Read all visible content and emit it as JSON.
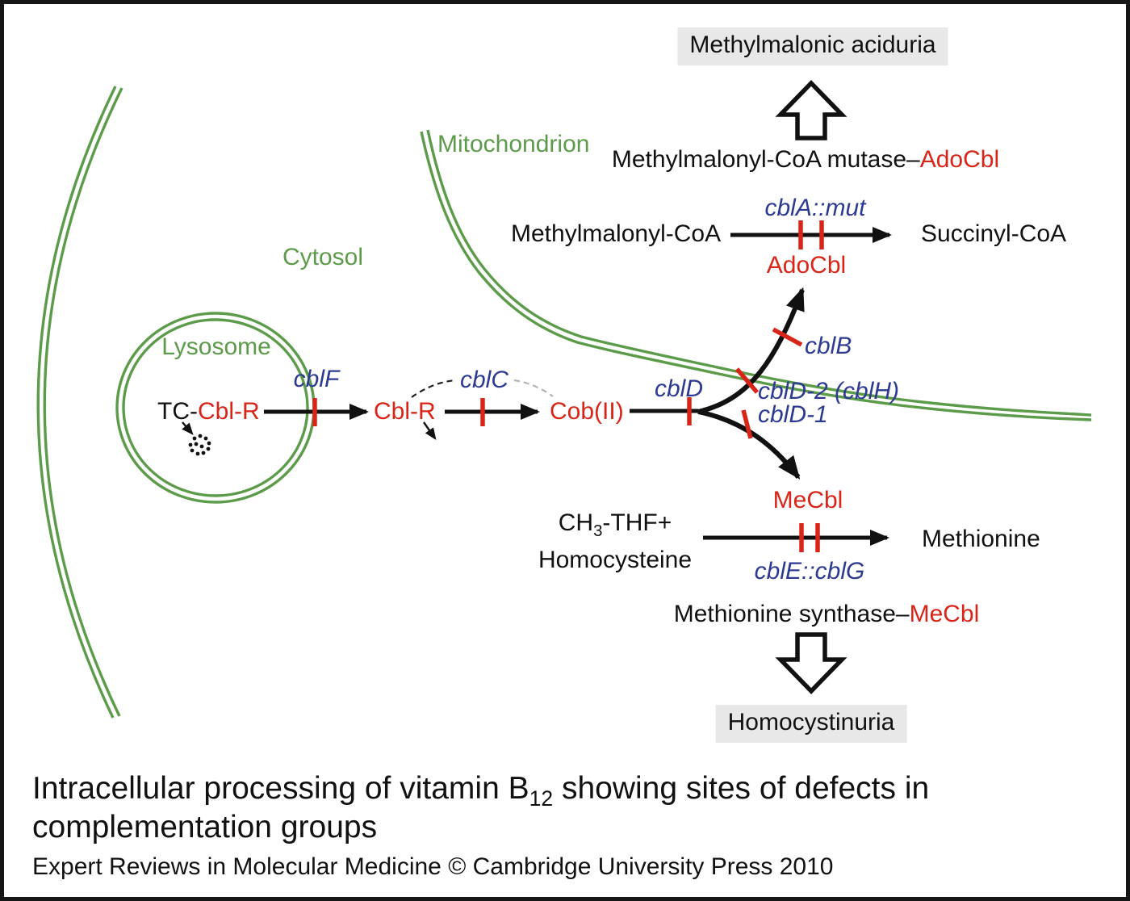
{
  "colors": {
    "green": "#5c9b49",
    "red": "#d92418",
    "blue": "#2c3a92",
    "box_bg": "#e8e8e8",
    "ink": "#111111"
  },
  "compartments": {
    "mitochondrion": "Mitochondrion",
    "cytosol": "Cytosol",
    "lysosome": "Lysosome"
  },
  "diseases": {
    "top": "Methylmalonic aciduria",
    "bottom": "Homocystinuria"
  },
  "enzymes": {
    "mutase_name": "Methylmalonyl-CoA mutase–",
    "mutase_cofactor": "AdoCbl",
    "synthase_name": "Methionine synthase–",
    "synthase_cofactor": "MeCbl"
  },
  "reactions": {
    "mma": {
      "substrate": "Methylmalonyl-CoA",
      "product": "Succinyl-CoA",
      "defect": "cblA::mut",
      "cofactor": "AdoCbl"
    },
    "met": {
      "substrate1_pre": "CH",
      "substrate1_sub": "3",
      "substrate1_post": "-THF+",
      "substrate2": "Homocysteine",
      "product": "Methionine",
      "defect": "cblE::cblG",
      "cofactor": "MeCbl"
    }
  },
  "species": {
    "tc_prefix": "TC-",
    "tc_cbl": "Cbl-R",
    "cytosolic_cbl": "Cbl-R",
    "cob2": "Cob(II)"
  },
  "genes": {
    "cblF": "cblF",
    "cblC": "cblC",
    "cblD": "cblD",
    "cblD2": "cblD-2 (cblH)",
    "cblD1": "cblD-1",
    "cblB": "cblB"
  },
  "caption": {
    "line1_pre": "Intracellular processing of vitamin B",
    "line1_sub": "12",
    "line1_post": " showing sites of defects in",
    "line2": "complementation groups",
    "credit": "Expert Reviews in Molecular Medicine © Cambridge University Press 2010"
  }
}
